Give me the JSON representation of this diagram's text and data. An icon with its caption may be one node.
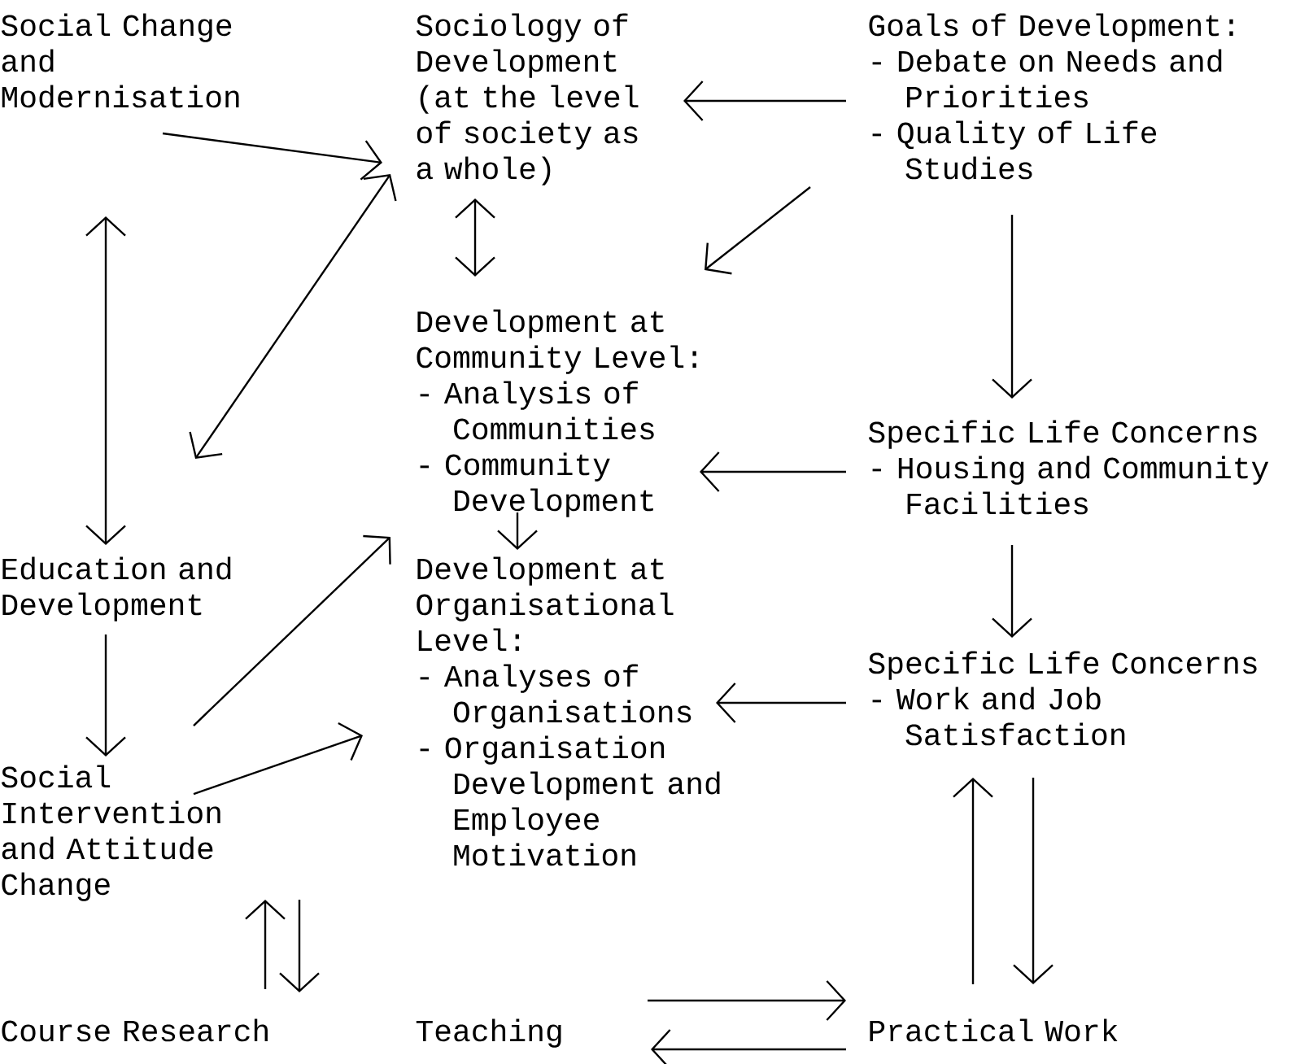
{
  "diagram": {
    "nodes": [
      {
        "text": [
          "Social Change and Modernisation"
        ]
      },
      {
        "text": [
          "Sociology of Development (at the level of society as a whole)"
        ]
      },
      {
        "text": [
          "Goals of Development:",
          "- Debate on Needs and Priorities",
          "- Quality of Life Studies"
        ]
      },
      {
        "text": [
          "Development at Community Level:",
          "- Analysis of Communities",
          "- Community Development"
        ]
      },
      {
        "text": [
          "Education and Development"
        ]
      },
      {
        "text": [
          "Specific Life Concerns",
          "- Housing and Community Facilities"
        ]
      },
      {
        "text": [
          "Development at Organisational Level:",
          "- Analyses of Organisations",
          "- Organisation Development and Employee Motivation"
        ]
      },
      {
        "text": [
          "Specific Life Concerns",
          "- Work and Job Satisfaction"
        ]
      },
      {
        "text": [
          "Social Intervention and Attitude Change"
        ]
      },
      {
        "text": [
          "Course Research"
        ]
      },
      {
        "text": [
          "Teaching"
        ]
      },
      {
        "text": [
          "Practical Work"
        ]
      }
    ],
    "edges": [
      {
        "from": 0,
        "to": 1,
        "arrow": "to"
      },
      {
        "from": 0,
        "to": 4,
        "arrow": "both"
      },
      {
        "from": 2,
        "to": 1,
        "arrow": "to"
      },
      {
        "from": 4,
        "to": 1,
        "arrow": "both"
      },
      {
        "from": 1,
        "to": 3,
        "arrow": "both"
      },
      {
        "from": 2,
        "to": 3,
        "arrow": "to"
      },
      {
        "from": 2,
        "to": 5,
        "arrow": "to"
      },
      {
        "from": 5,
        "to": 3,
        "arrow": "to"
      },
      {
        "from": 3,
        "to": 6,
        "arrow": "to"
      },
      {
        "from": 5,
        "to": 7,
        "arrow": "to"
      },
      {
        "from": 7,
        "to": 6,
        "arrow": "to"
      },
      {
        "from": 4,
        "to": 8,
        "arrow": "to"
      },
      {
        "from": 8,
        "to": 3,
        "arrow": "to"
      },
      {
        "from": 8,
        "to": 6,
        "arrow": "to"
      },
      {
        "from": 9,
        "to": 8,
        "arrow": "to"
      },
      {
        "from": 8,
        "to": 9,
        "arrow": "to"
      },
      {
        "from": 10,
        "to": 11,
        "arrow": "to"
      },
      {
        "from": 11,
        "to": 10,
        "arrow": "to"
      },
      {
        "from": 11,
        "to": 7,
        "arrow": "to"
      },
      {
        "from": 7,
        "to": 11,
        "arrow": "to"
      }
    ]
  }
}
